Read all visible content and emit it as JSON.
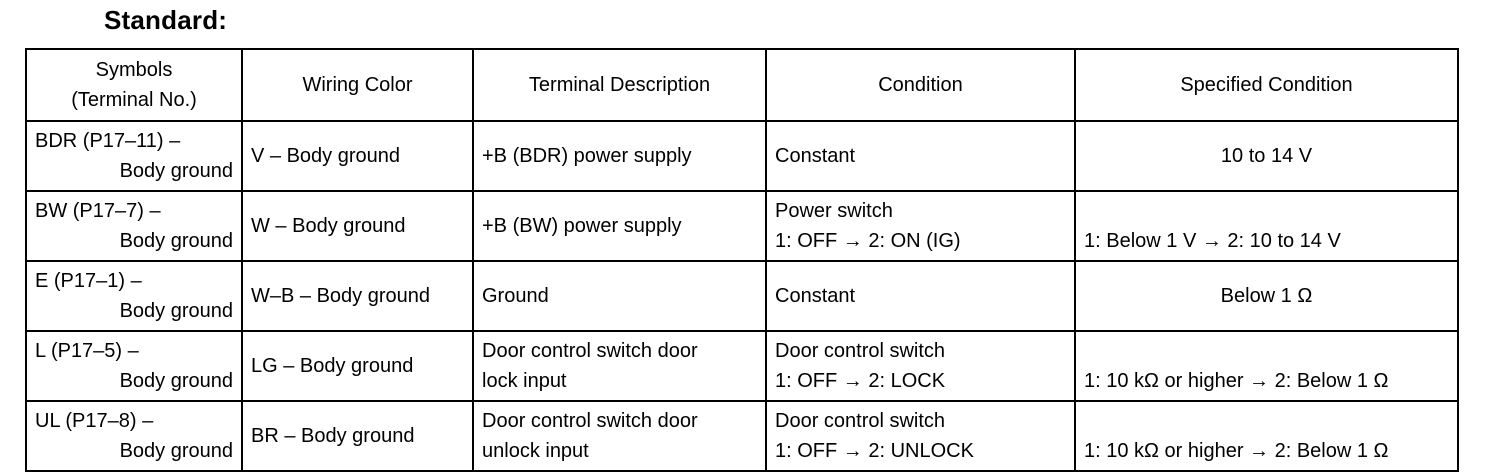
{
  "heading": "Standard:",
  "columns": {
    "symbols_line1": "Symbols",
    "symbols_line2": "(Terminal No.)",
    "wiring": "Wiring Color",
    "terminal": "Terminal Description",
    "condition": "Condition",
    "specified": "Specified Condition"
  },
  "rows": [
    {
      "symbol_line1": "BDR (P17–11) –",
      "symbol_line2": "Body ground",
      "wiring": "V – Body ground",
      "desc_line1": "+B (BDR) power supply",
      "desc_line2": "",
      "cond_line1": "Constant",
      "cond_line2": "",
      "spec": "10 to 14 V"
    },
    {
      "symbol_line1": "BW (P17–7) –",
      "symbol_line2": "Body ground",
      "wiring": "W – Body ground",
      "desc_line1": "+B (BW) power supply",
      "desc_line2": "",
      "cond_line1": "Power switch",
      "cond_line2": "1: OFF → 2: ON (IG)",
      "spec": "1: Below 1 V → 2: 10 to 14 V"
    },
    {
      "symbol_line1": "E (P17–1) –",
      "symbol_line2": "Body ground",
      "wiring": "W–B – Body ground",
      "desc_line1": "Ground",
      "desc_line2": "",
      "cond_line1": "Constant",
      "cond_line2": "",
      "spec": "Below 1 Ω"
    },
    {
      "symbol_line1": "L (P17–5) –",
      "symbol_line2": "Body ground",
      "wiring": "LG – Body ground",
      "desc_line1": "Door control switch door",
      "desc_line2": "lock input",
      "cond_line1": "Door control switch",
      "cond_line2": "1: OFF → 2: LOCK",
      "spec": "1: 10 kΩ or higher → 2: Below 1 Ω"
    },
    {
      "symbol_line1": "UL (P17–8) –",
      "symbol_line2": "Body ground",
      "wiring": "BR – Body ground",
      "desc_line1": "Door control switch door",
      "desc_line2": "unlock input",
      "cond_line1": "Door control switch",
      "cond_line2": "1: OFF → 2: UNLOCK",
      "spec": "1: 10 kΩ or higher → 2: Below 1 Ω"
    }
  ]
}
